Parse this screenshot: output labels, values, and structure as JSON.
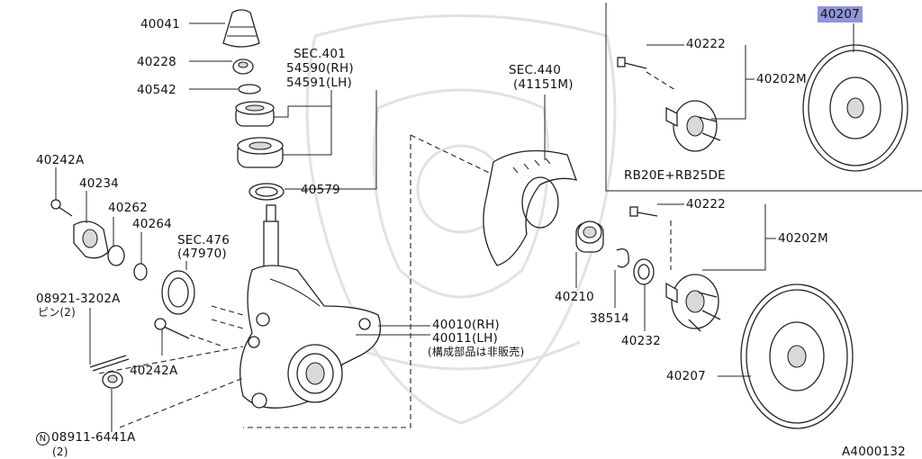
{
  "labels": {
    "p40041": "40041",
    "p40228": "40228",
    "p40542": "40542",
    "sec401": "SEC.401",
    "p54590": "54590(RH)",
    "p54591": "54591(LH)",
    "p40579": "40579",
    "p40242a_top": "40242A",
    "p40234": "40234",
    "p40262": "40262",
    "p40264": "40264",
    "sec476": "SEC.476",
    "p47970": "(47970)",
    "p08921": "08921-3202A",
    "pin2": "ピン(2)",
    "p40242a_bot": "40242A",
    "p08911": "08911-6441A",
    "qty2": "(2)",
    "nut_n": "N",
    "p40010": "40010(RH)",
    "p40011": "40011(LH)",
    "not_sold": "(構成部品は非販売)",
    "sec440": "SEC.440",
    "p41151m": "(41151M)",
    "p40210": "40210",
    "p38514": "38514",
    "p40232": "40232",
    "p40222_lower": "40222",
    "p40202m_lower": "40202M",
    "p40207_lower": "40207",
    "p40222_upper": "40222",
    "p40202m_upper": "40202M",
    "p40207_upper": "40207",
    "engine_variant": "RB20E+RB25DE",
    "diagram_id": "A4000132"
  },
  "colors": {
    "line": "#222222",
    "highlight": "#8f95d6",
    "watermark": "#e2e2e2"
  }
}
